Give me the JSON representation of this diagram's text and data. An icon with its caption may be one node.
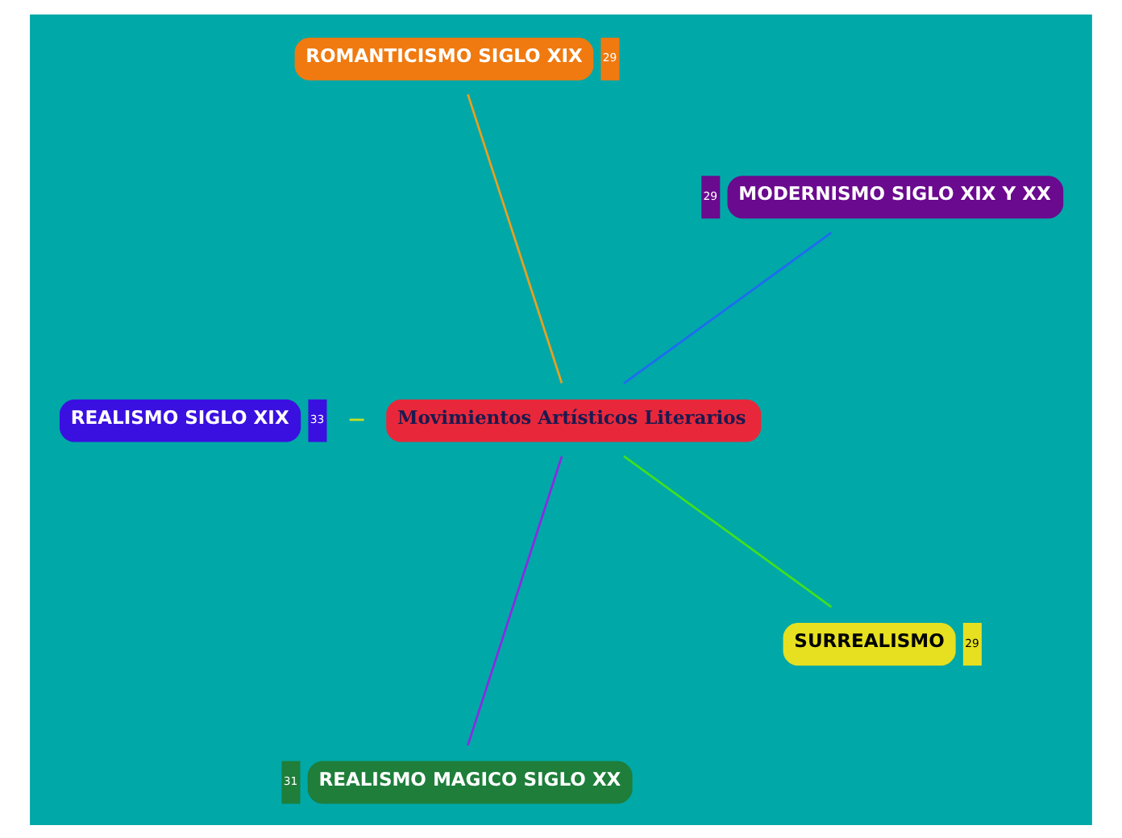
{
  "diagram": {
    "nodes": [
      {
        "text": [
          "MODERNISMO SIGLO XIX Y XX"
        ],
        "beside": [
          "29"
        ]
      },
      {
        "text": [
          "ROMANTICISMO SIGLO XIX"
        ],
        "beside": [
          "29"
        ]
      },
      {
        "text": [
          "Movimientos Artísticos Literarios"
        ]
      },
      {
        "text": [
          "REALISMO SIGLO XIX"
        ],
        "beside": [
          "33"
        ]
      },
      {
        "text": [
          "REALISMO MAGICO SIGLO XX"
        ],
        "beside": [
          "31"
        ]
      },
      {
        "text": [
          "SURREALISMO"
        ],
        "beside": [
          "29"
        ]
      }
    ],
    "edges": [
      {
        "from": 2,
        "to": 0,
        "arrow": "none",
        "color": "#1e6cf0"
      },
      {
        "from": 2,
        "to": 1,
        "arrow": "none",
        "color": "#e8a020"
      },
      {
        "from": 2,
        "to": 3,
        "arrow": "none",
        "color": "#c8e020"
      },
      {
        "from": 2,
        "to": 4,
        "arrow": "none",
        "color": "#8a2be2"
      },
      {
        "from": 2,
        "to": 5,
        "arrow": "none",
        "color": "#40e020"
      }
    ]
  }
}
